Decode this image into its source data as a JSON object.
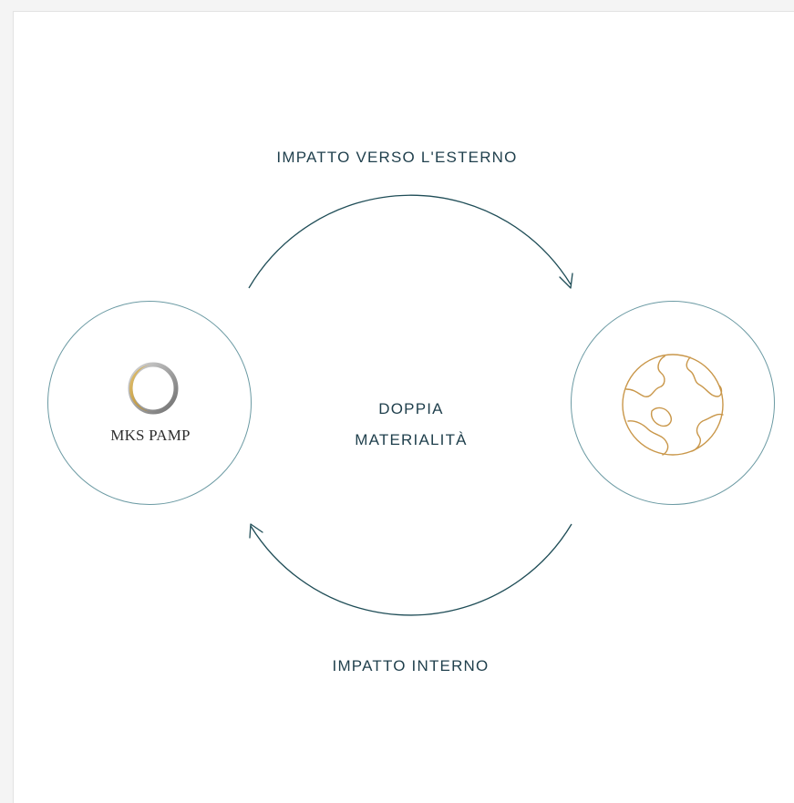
{
  "diagram": {
    "top_label": "IMPATTO VERSO L'ESTERNO",
    "bottom_label": "IMPATTO INTERNO",
    "center_line1": "DOPPIA",
    "center_line2": "MATERIALITÀ",
    "logo_text": "MKS PAMP"
  },
  "colors": {
    "arrow": "#1f4d57",
    "circle": "#6b9aa3",
    "text": "#1f3f4c",
    "globe": "#c9974a",
    "logo_gold": "#c9a24a",
    "logo_silver": "#9a9a9a"
  },
  "icons": {
    "left": "mks-pamp-logo-icon",
    "right": "globe-icon"
  }
}
